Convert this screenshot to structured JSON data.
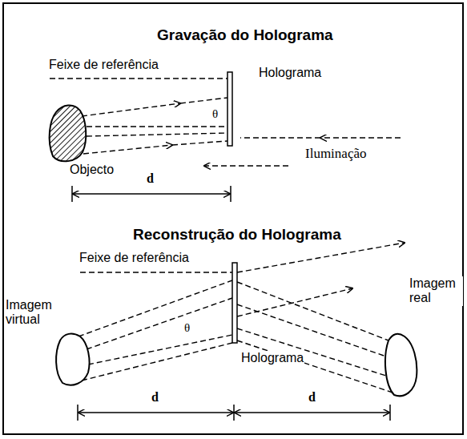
{
  "diagram": {
    "labels": [
      "Gravação do Holograma",
      "Feixe de referência",
      "Holograma",
      "θ",
      "Iluminação",
      "Objecto",
      "d",
      "Reconstrução do Holograma",
      "Feixe de referência",
      "Imagem virtual",
      "θ",
      "Holograma",
      "Imagem real",
      "d",
      "d"
    ]
  }
}
